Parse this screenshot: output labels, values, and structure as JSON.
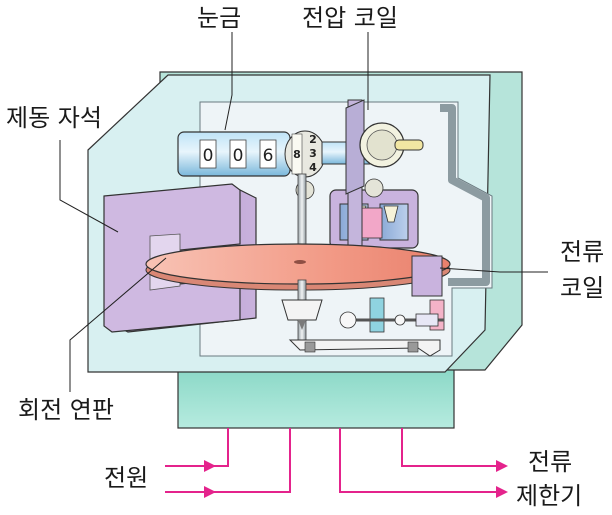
{
  "labels": {
    "scale": "눈금",
    "voltage_coil": "전압 코일",
    "brake_magnet": "제동 자석",
    "rotating_disc": "회전 연판",
    "current_coil_line1": "전류",
    "current_coil_line2": "코일",
    "power": "전원",
    "current_limiter_line1": "전류",
    "current_limiter_line2": "제한기"
  },
  "counter": {
    "digits": [
      "0",
      "0",
      "6",
      "8"
    ],
    "drum_digits": [
      "2",
      "3",
      "4"
    ]
  },
  "colors": {
    "housing_outer": "#aedfd6",
    "housing_inner": "#d9eff2",
    "chamber": "#f1f5f8",
    "magnet": "#cbb4de",
    "disc": "#f3a393",
    "arrow": "#e4238c",
    "base": "#8ed9c8"
  },
  "icons": {
    "arrow": "arrow-right-icon"
  }
}
